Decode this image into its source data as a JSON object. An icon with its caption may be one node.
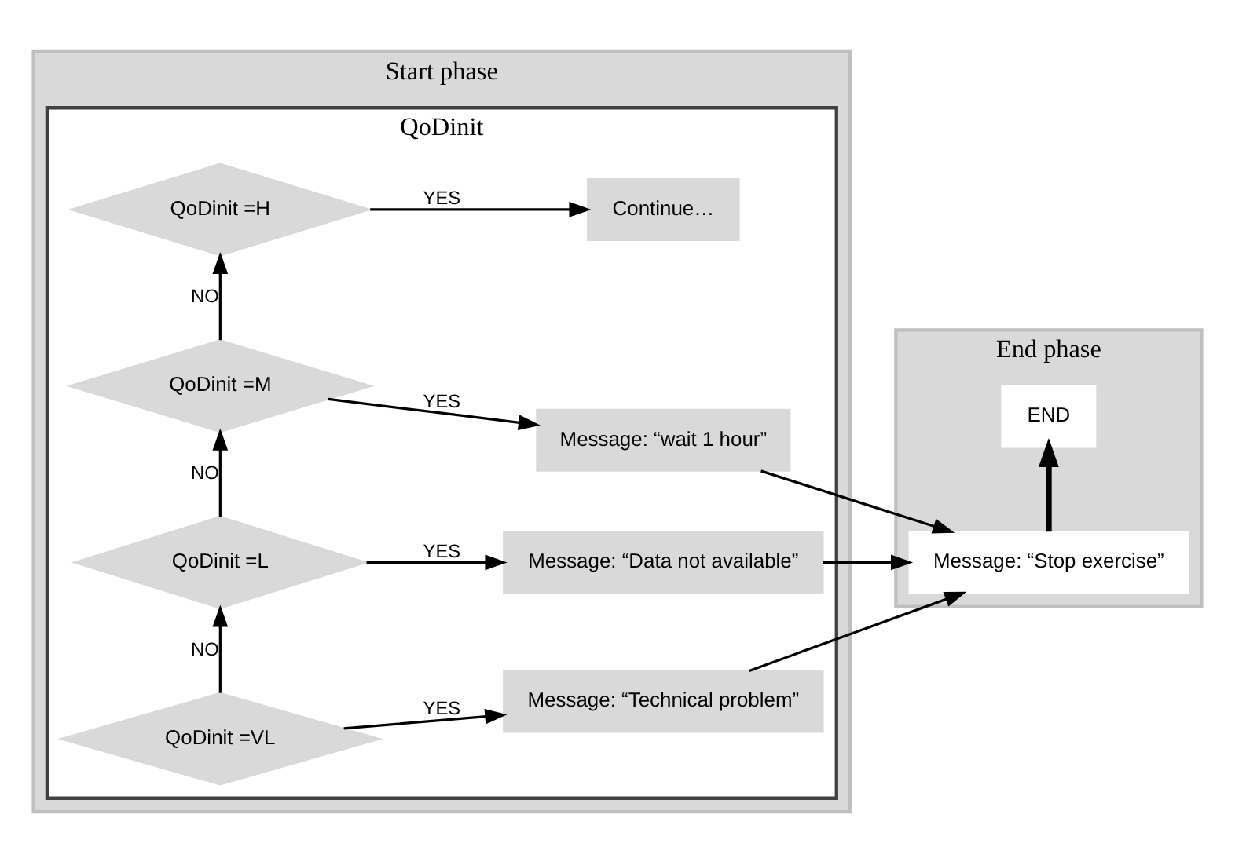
{
  "diagram": {
    "nodes": [
      {
        "text": [
          "Start phase"
        ]
      },
      {
        "text": [
          "QoDinit"
        ],
        "in": 0
      },
      {
        "text": [
          "QoDinit =VL"
        ],
        "in": 1
      },
      {
        "text": [
          "Message: “Technical problem”"
        ],
        "in": 1
      },
      {
        "text": [
          "QoDinit =L"
        ],
        "in": 1
      },
      {
        "text": [
          "Message: “Data not available”"
        ],
        "in": 1
      },
      {
        "text": [
          "QoDinit =M"
        ],
        "in": 1
      },
      {
        "text": [
          "Message: “wait 1 hour”"
        ],
        "in": 1
      },
      {
        "text": [
          "QoDinit =H"
        ],
        "in": 1
      },
      {
        "text": [
          "Continue…"
        ],
        "in": 1
      },
      {
        "text": [
          "End phase"
        ]
      },
      {
        "text": [
          "Message: “Stop exercise”"
        ],
        "in": 10
      },
      {
        "text": [
          "END"
        ],
        "in": 10
      }
    ],
    "edges": [
      {
        "from": 2,
        "to": 3,
        "arrow": "to",
        "label": "YES"
      },
      {
        "from": 2,
        "to": 4,
        "arrow": "to",
        "label": "NO"
      },
      {
        "from": 4,
        "to": 5,
        "arrow": "to",
        "label": "YES"
      },
      {
        "from": 4,
        "to": 6,
        "arrow": "to",
        "label": "NO"
      },
      {
        "from": 6,
        "to": 7,
        "arrow": "to",
        "label": "YES"
      },
      {
        "from": 6,
        "to": 8,
        "arrow": "to",
        "label": "NO"
      },
      {
        "from": 8,
        "to": 9,
        "arrow": "to",
        "label": "YES"
      },
      {
        "from": 3,
        "to": 11,
        "arrow": "to"
      },
      {
        "from": 5,
        "to": 11,
        "arrow": "to"
      },
      {
        "from": 7,
        "to": 11,
        "arrow": "to"
      },
      {
        "from": 11,
        "to": 12,
        "arrow": "to",
        "style": "thick"
      }
    ]
  }
}
